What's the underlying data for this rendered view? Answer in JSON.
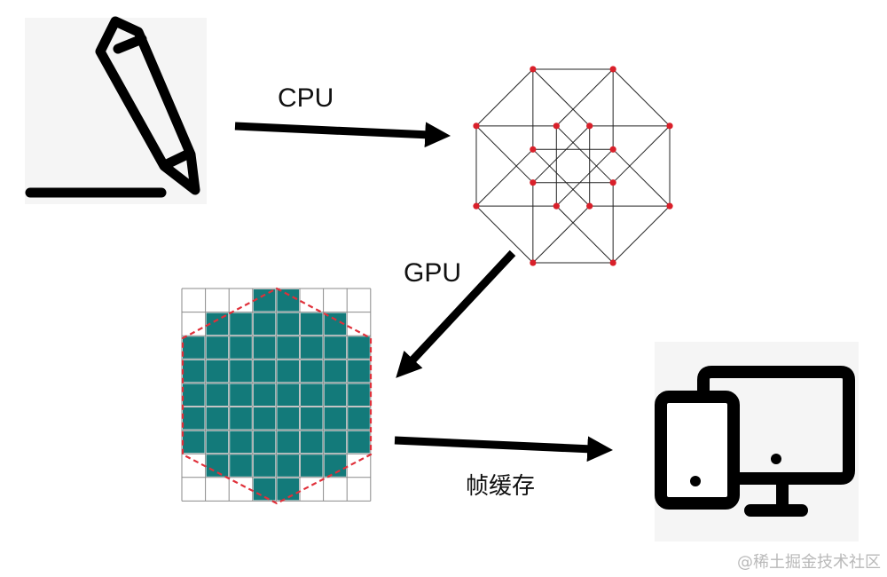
{
  "labels": {
    "cpu": "CPU",
    "gpu": "GPU",
    "frame_buffer": "帧缓存"
  },
  "watermark": "@稀土掘金技术社区",
  "icons": {
    "draw": "pencil-icon",
    "display": "phone-and-monitor-icon"
  },
  "colors": {
    "stroke": "#000000",
    "node": "#d9202a",
    "center_node": "#f0a030",
    "pixel_fill": "#137a7a",
    "grid_line": "#8a8a8a",
    "outline_dash": "#e0303a"
  }
}
